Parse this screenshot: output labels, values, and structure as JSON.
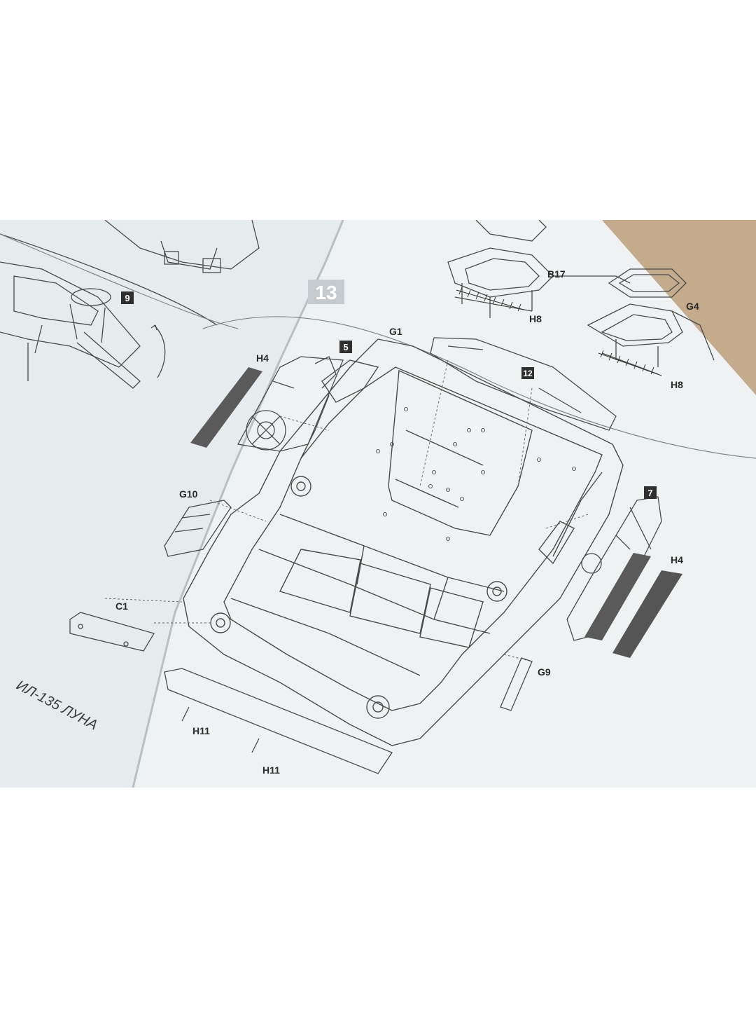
{
  "photo": {
    "colors": {
      "background": "#ffffff",
      "table": "#c4ab8c",
      "paper": "#e9eef0",
      "paper_right": "#eef2f3",
      "ink": "#4a4a4a",
      "step_box": "#c8cdd0",
      "decal": "#555555"
    },
    "left_page": {
      "title": "ИЛ-135 ЛУНА",
      "step_badge": "9"
    },
    "right_page": {
      "step_number": "13",
      "badges": [
        "5",
        "12",
        "7"
      ],
      "labels": {
        "b17": "B17",
        "g4": "G4",
        "h8_a": "H8",
        "h8_b": "H8",
        "g1": "G1",
        "h4_left": "H4",
        "h4_right": "H4",
        "g10": "G10",
        "c1": "C1",
        "g9": "G9",
        "h11_a": "H11",
        "h11_b": "H11"
      }
    }
  }
}
